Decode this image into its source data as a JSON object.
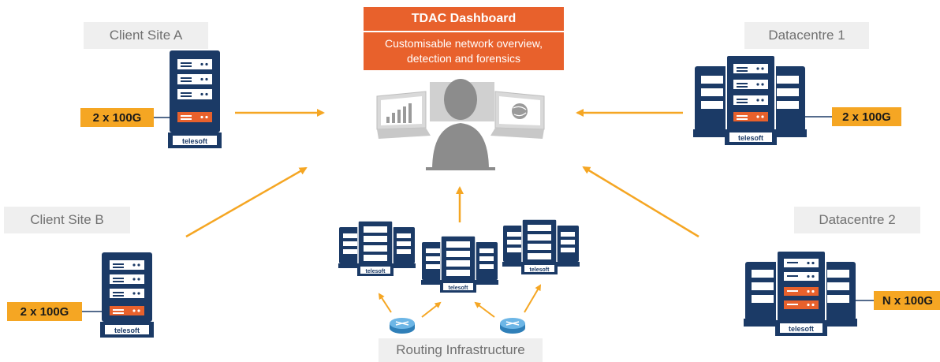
{
  "dashboard": {
    "title": "TDAC Dashboard",
    "subtitle_line1": "Customisable network overview,",
    "subtitle_line2": "detection and forensics"
  },
  "sites": {
    "client_a": {
      "name": "Client Site A",
      "capacity": "2 x 100G"
    },
    "client_b": {
      "name": "Client Site B",
      "capacity": "2 x 100G"
    },
    "datacentre_1": {
      "name": "Datacentre 1",
      "capacity": "2 x 100G"
    },
    "datacentre_2": {
      "name": "Datacentre 2",
      "capacity": "N x 100G"
    }
  },
  "routing": {
    "label": "Routing Infrastructure"
  },
  "brand": {
    "logo_text": "telesoft"
  },
  "colors": {
    "accent_orange": "#e8612c",
    "arrow_orange": "#f5a623",
    "rack_navy": "#1b3a66",
    "person_gray": "#8c8c8c",
    "router_blue": "#4a9fd5"
  }
}
